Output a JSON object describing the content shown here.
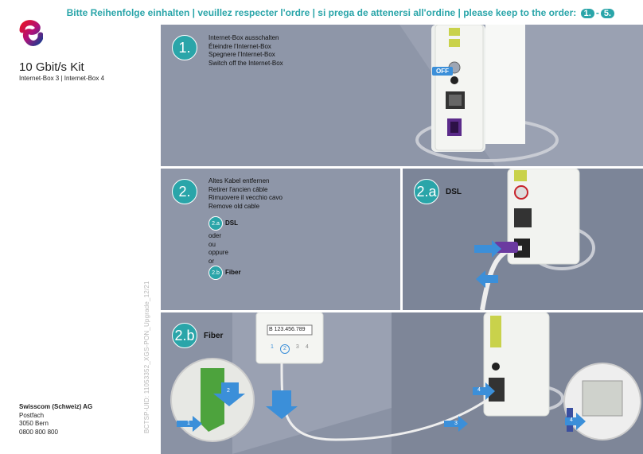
{
  "header": {
    "text": "Bitte Reihenfolge einhalten | veuillez respecter l'ordre | si prega de attenersi all'ordine | please keep to the order:",
    "step_start": "1.",
    "sep": "-",
    "step_end": "5."
  },
  "sidebar": {
    "title": "10 Gbit/s Kit",
    "subtitle": "Internet-Box 3 | Internet-Box 4",
    "company": "Swisscom (Schweiz) AG",
    "address1": "Postfach",
    "address2": "3050 Bern",
    "phone": "0800 800 800",
    "code": "BCTSP-UID: 11053352_XGS-PON_Upgrade_12/21"
  },
  "step1": {
    "num": "1.",
    "lines": [
      "Internet-Box ausschalten",
      "Éteindre l'Internet-Box",
      "Spegnere l'Internet-Box",
      "Switch off the Internet-Box"
    ],
    "off_label": "OFF"
  },
  "step2": {
    "num": "2.",
    "lines": [
      "Altes Kabel entfernen",
      "Retirer l'ancien câble",
      "Rimuovere il vecchio cavo",
      "Remove old cable"
    ],
    "opt_a_num": "2.a",
    "opt_a_label": "DSL",
    "or_lines": [
      "oder",
      "ou",
      "oppure",
      "or"
    ],
    "opt_b_num": "2.b",
    "opt_b_label": "Fiber"
  },
  "step2a": {
    "num": "2.a",
    "label": "DSL"
  },
  "step2b": {
    "num": "2.b",
    "label": "Fiber",
    "meter_id": "B 123.456.789",
    "meter_ports": [
      "1",
      "2",
      "3",
      "4"
    ],
    "arrows": [
      "1",
      "2",
      "3",
      "4",
      "4"
    ]
  },
  "colors": {
    "accent": "#2aa5a9",
    "panel": "#8e96a8",
    "arrow": "#3b8fd9"
  }
}
